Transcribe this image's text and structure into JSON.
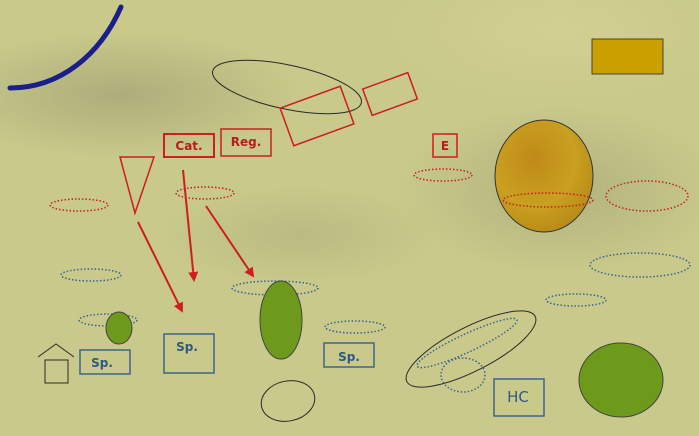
{
  "labels": {
    "cat": "Cat.",
    "reg": "Reg.",
    "e": "E",
    "sp_left": "Sp.",
    "sp_center": "Sp.",
    "sp_right": "Sp.",
    "hc": "HC"
  },
  "colors": {
    "background": "#c8c98a",
    "red": "#cc1f1f",
    "blue": "#3b6591",
    "navy": "#1a1f8c",
    "gold": "#c9a21a",
    "green": "#6e9a1c",
    "outline": "#2a2a2a"
  },
  "icons": [
    "house-icon"
  ]
}
